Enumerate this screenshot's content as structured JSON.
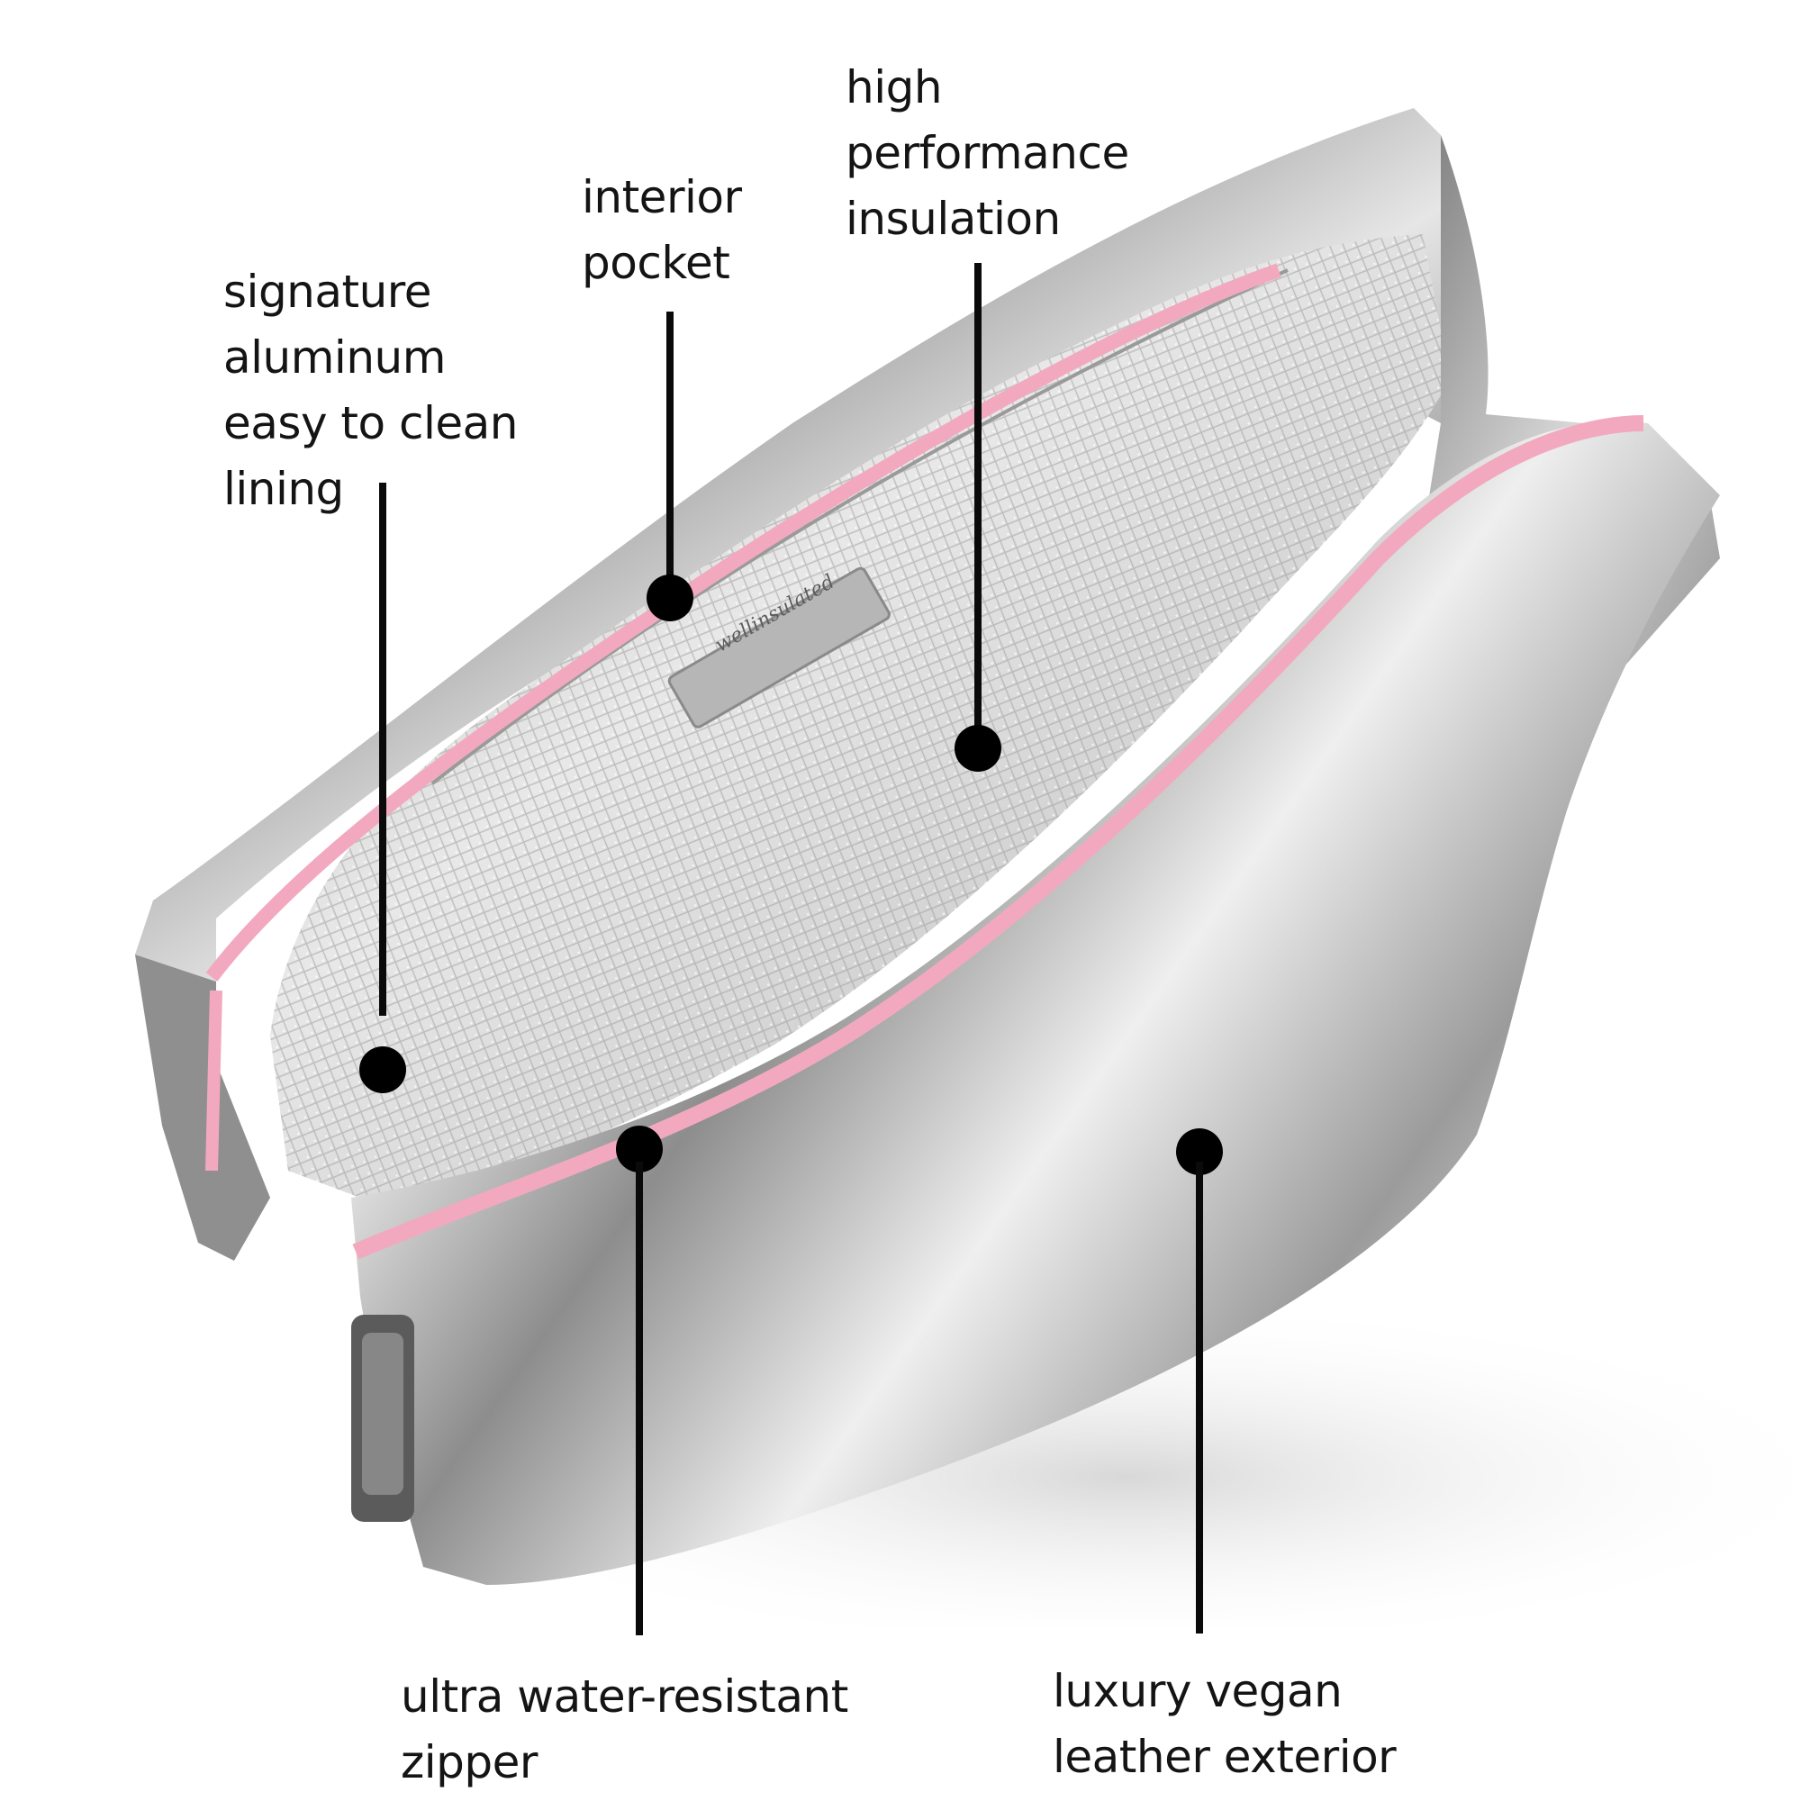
{
  "colors": {
    "zipper_pink": "#f2a9bf",
    "metal_light": "#e9e9e9",
    "metal_dark": "#6e6e6e",
    "label_text": "#141414",
    "marker": "#000000"
  },
  "product": {
    "brand_tag": "wellinsulated"
  },
  "callouts": {
    "signature_lining": [
      "signature",
      "aluminum",
      "easy to clean",
      "lining"
    ],
    "interior_pocket": [
      "interior",
      "pocket"
    ],
    "insulation": [
      "high",
      "performance",
      "insulation"
    ],
    "zipper": [
      "ultra water-resistant",
      "zipper"
    ],
    "exterior": [
      "luxury vegan",
      "leather exterior"
    ]
  }
}
